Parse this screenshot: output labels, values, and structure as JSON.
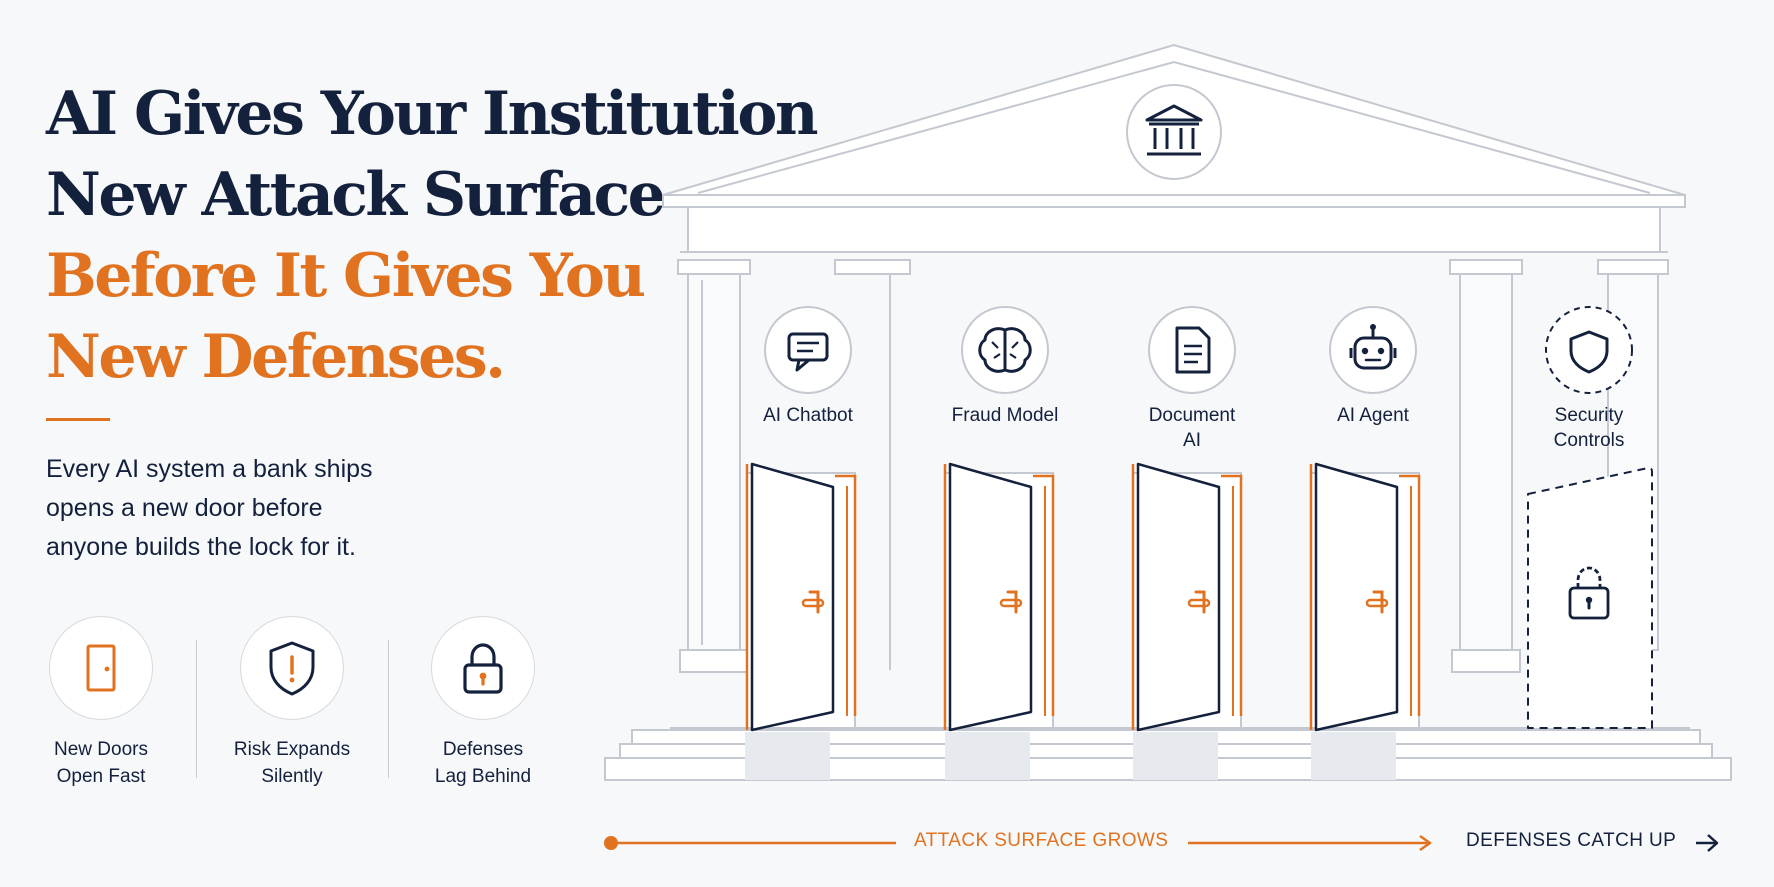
{
  "headline": {
    "line1": "AI Gives Your Institution",
    "line2": "New Attack Surface",
    "line3": "Before It Gives You",
    "line4": "New Defenses."
  },
  "subtext": {
    "line1": "Every AI system a bank ships",
    "line2": "opens a new door before",
    "line3": "anyone builds the lock for it."
  },
  "features": [
    {
      "icon": "door-icon",
      "line1": "New Doors",
      "line2": "Open Fast"
    },
    {
      "icon": "warning-shield-icon",
      "line1": "Risk Expands",
      "line2": "Silently"
    },
    {
      "icon": "padlock-icon",
      "line1": "Defenses",
      "line2": "Lag Behind"
    }
  ],
  "building": {
    "pediment_icon": "bank-icon",
    "doors": [
      {
        "icon": "chat-bubble-icon",
        "line1": "AI Chatbot",
        "line2": "",
        "state": "open"
      },
      {
        "icon": "brain-icon",
        "line1": "Fraud Model",
        "line2": "",
        "state": "open"
      },
      {
        "icon": "document-icon",
        "line1": "Document",
        "line2": "AI",
        "state": "open"
      },
      {
        "icon": "robot-icon",
        "line1": "AI Agent",
        "line2": "",
        "state": "open"
      },
      {
        "icon": "shield-icon",
        "line1": "Security",
        "line2": "Controls",
        "state": "missing"
      }
    ]
  },
  "timeline": {
    "stage1": "ATTACK SURFACE GROWS",
    "stage2": "DEFENSES CATCH UP"
  },
  "colors": {
    "navy": "#14213d",
    "orange": "#e07220",
    "line_gray": "#c4c8d0",
    "background": "#f7f8fa"
  }
}
